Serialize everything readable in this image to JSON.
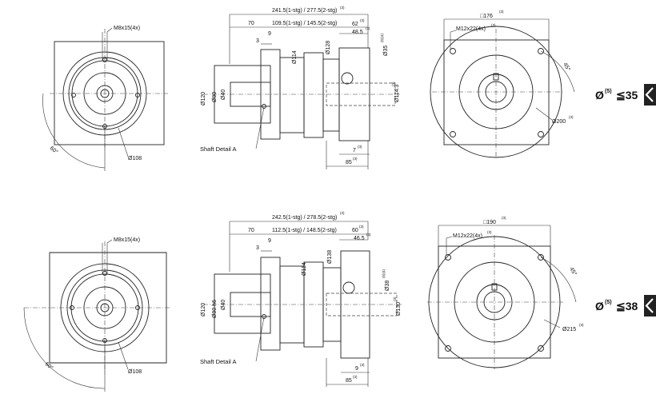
{
  "rows": [
    {
      "front": {
        "bolt_label": "M8x15(4x)",
        "angle_label": "60°",
        "pcd_label": "Ø108"
      },
      "side": {
        "total_label": "241.5(1-stg) / 277.5(2-stg)",
        "total_sup": "(3)",
        "inner_label": "109.5(1-stg) / 145.5(2-stg)",
        "len70": "70",
        "len62": "62",
        "len62_sup": "(3)",
        "len48": "48.5",
        "len48_sup": "(3)",
        "len9": "9",
        "len3": "3",
        "d114": "Ø114",
        "d128": "Ø128",
        "d35": "Ø35",
        "d35_sup": "(5)(4)",
        "d114b": "Ø114.3",
        "d114b_sup": "(3)",
        "d120": "Ø120",
        "d90": "Ø90",
        "d40": "Ø40",
        "len7": "7",
        "len7_sup": "(3)",
        "len85": "85",
        "len85_sup": "(3)",
        "shaft_label": "Shaft Detail  A"
      },
      "flange": {
        "square_label": "□176",
        "square_sup": "(3)",
        "bolt_label": "M12x22(4x)",
        "bolt_sup": "(3)",
        "angle_label": "45°",
        "pcd_label": "Ø200",
        "pcd_sup": "(3)"
      },
      "badge": {
        "prefix": "Ø",
        "sup": "(5)",
        "value": "≦35"
      }
    },
    {
      "front": {
        "bolt_label": "M8x15(4x)",
        "angle_label": "60°",
        "pcd_label": "Ø108"
      },
      "side": {
        "total_label": "242.5(1-stg) / 278.5(2-stg)",
        "total_sup": "(3)",
        "inner_label": "112.5(1-stg) / 148.5(2-stg)",
        "len70": "70",
        "len62": "60",
        "len62_sup": "(3)",
        "len48": "46.5",
        "len48_sup": "(3)",
        "len9": "9",
        "len3": "3",
        "d114": "Ø114",
        "d128": "Ø138",
        "d35": "Ø38",
        "d35_sup": "(5)(4)",
        "d114b": "Ø130",
        "d114b_sup": "(3)",
        "d120": "Ø120",
        "d90": "Ø90 h6",
        "d40": "Ø40",
        "len7": "9",
        "len7_sup": "(3)",
        "len85": "85",
        "len85_sup": "(3)",
        "shaft_label": "Shaft Detail  A"
      },
      "flange": {
        "square_label": "□190",
        "square_sup": "(3)",
        "bolt_label": "M12x22(4x)",
        "bolt_sup": "(3)",
        "angle_label": "45°",
        "pcd_label": "Ø215",
        "pcd_sup": "(3)"
      },
      "badge": {
        "prefix": "Ø",
        "sup": "(5)",
        "value": "≦38"
      }
    }
  ]
}
